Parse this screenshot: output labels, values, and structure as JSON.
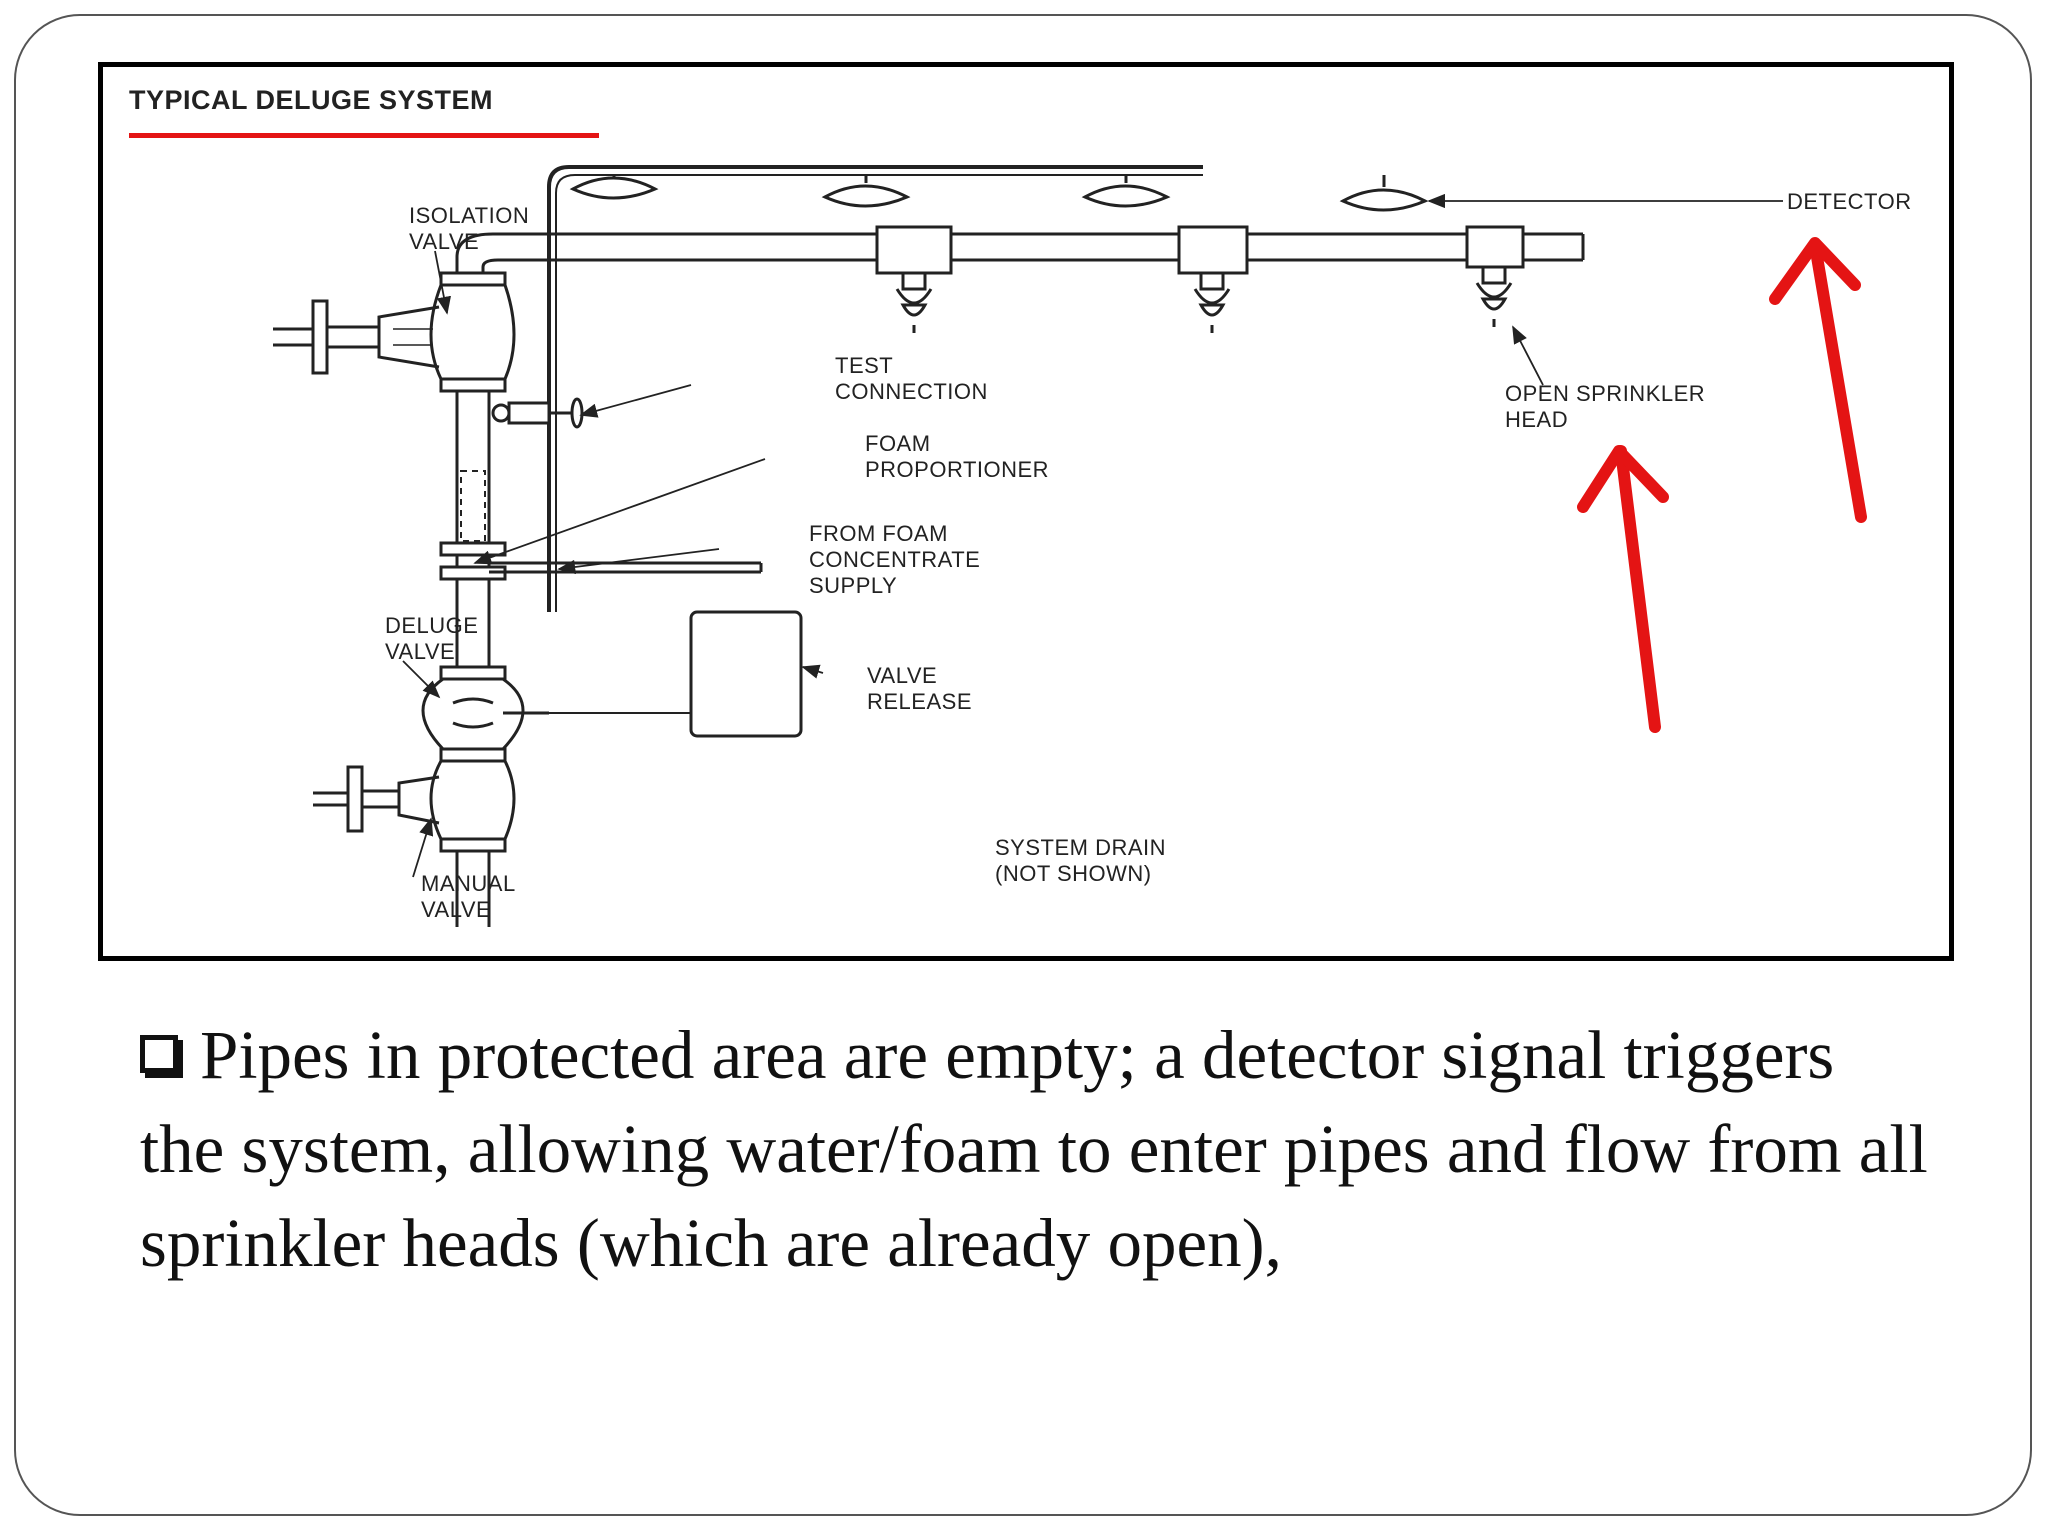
{
  "diagram": {
    "title": "TYPICAL DELUGE SYSTEM",
    "labels": {
      "isolation_valve": [
        "ISOLATION",
        "VALVE"
      ],
      "test_connection": [
        "TEST",
        "CONNECTION"
      ],
      "foam_proportioner": [
        "FOAM",
        "PROPORTIONER"
      ],
      "foam_supply": [
        "FROM FOAM",
        "CONCENTRATE",
        "SUPPLY"
      ],
      "deluge_valve": [
        "DELUGE",
        "VALVE"
      ],
      "valve_release": [
        "VALVE",
        "RELEASE"
      ],
      "manual_valve": [
        "MANUAL",
        "VALVE"
      ],
      "system_drain": [
        "SYSTEM DRAIN",
        "(NOT SHOWN)"
      ],
      "open_sprinkler_head": [
        "OPEN SPRINKLER",
        "HEAD"
      ],
      "detector": [
        "DETECTOR"
      ]
    },
    "colors": {
      "accent": "#e41414",
      "line": "#222222"
    }
  },
  "bullet": {
    "icon": "checkbox-bullet-icon",
    "text": "Pipes in protected area are empty; a detector signal triggers the system, allowing water/foam to enter pipes and flow from all sprinkler heads (which are already open),"
  }
}
